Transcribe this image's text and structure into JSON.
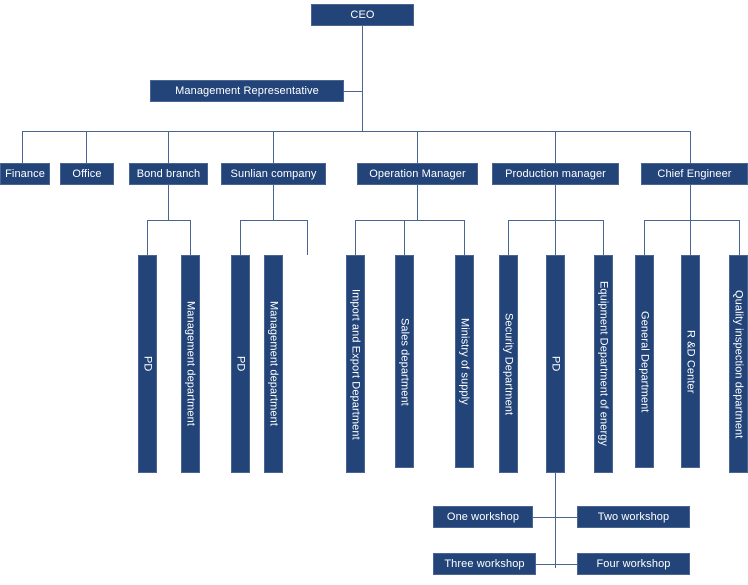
{
  "colors": {
    "box_fill": "#234479",
    "box_border": "#4a6591",
    "connector": "#4a6591",
    "box_text": "#ffffff",
    "background": "#ffffff"
  },
  "chart_title": "",
  "nodes": {
    "ceo": "CEO",
    "management_representative": "Management Representative",
    "level2": [
      "Finance",
      "Office",
      "Bond branch",
      "Sunlian company",
      "Operation Manager",
      "Production manager",
      "Chief  Engineer"
    ],
    "bond_branch_children": [
      "PD",
      "Management department"
    ],
    "sunlian_company_children": [
      "PD",
      "Management department"
    ],
    "operation_manager_children": [
      "Import and Export Department",
      "Sales department",
      "Ministry of supply"
    ],
    "production_manager_children": [
      "Security Department",
      "PD",
      "Equipment Department of energy"
    ],
    "chief_engineer_children": [
      "General Department",
      "R &D Center",
      "Quality inspection department"
    ],
    "workshops": [
      "One workshop",
      "Two workshop",
      "Three workshop",
      "Four workshop"
    ]
  }
}
